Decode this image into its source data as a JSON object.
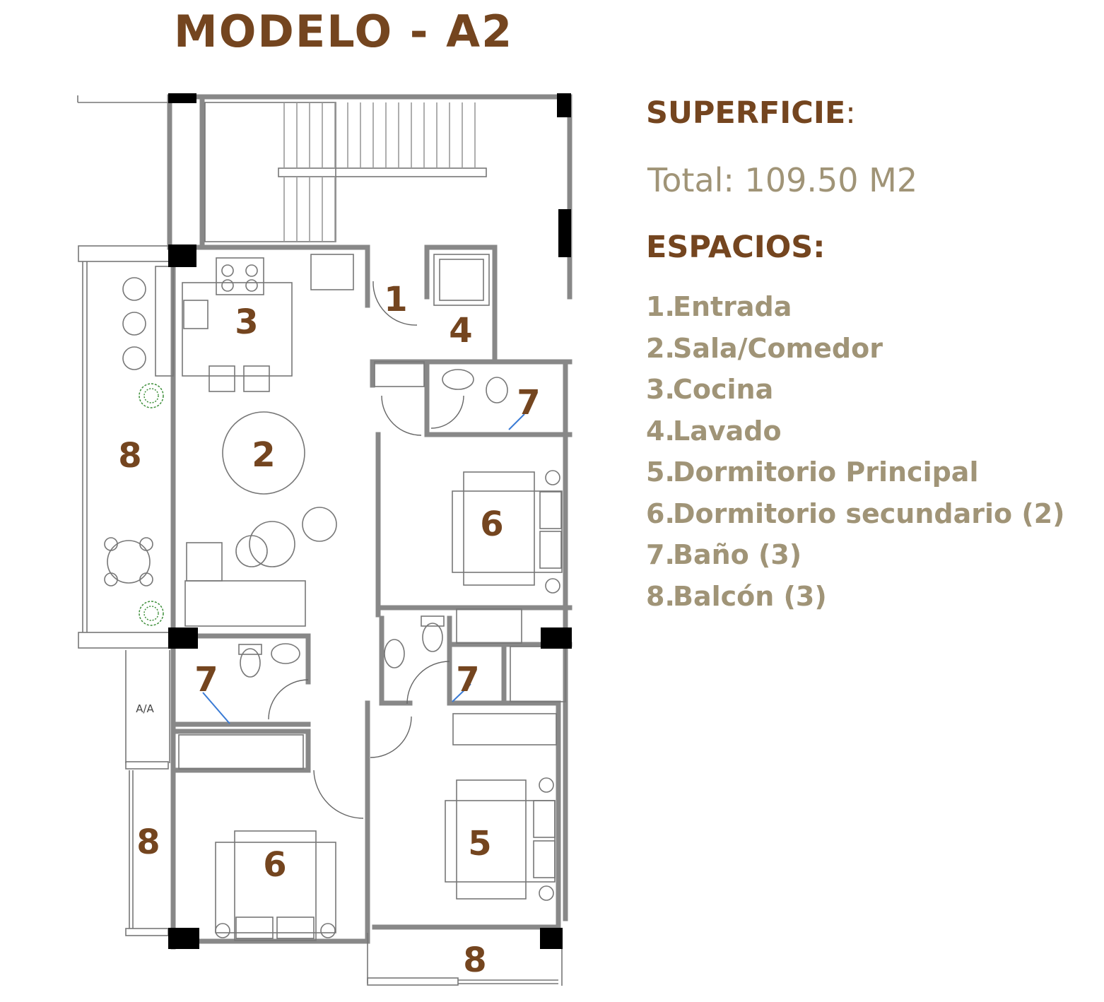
{
  "title": "MODELO - A2",
  "superficie": {
    "heading": "SUPERFICIE",
    "colon": ":",
    "total": "Total: 109.50 M2"
  },
  "espacios": {
    "heading": "ESPACIOS:",
    "items": [
      {
        "num": "1.",
        "label": "Entrada"
      },
      {
        "num": "2.",
        "label": "Sala/Comedor"
      },
      {
        "num": "3.",
        "label": "Cocina"
      },
      {
        "num": "4.",
        "label": "Lavado"
      },
      {
        "num": "5.",
        "label": "Dormitorio Principal"
      },
      {
        "num": "6.",
        "label": "Dormitorio secundario (2)"
      },
      {
        "num": "7.",
        "label": "Baño (3)"
      },
      {
        "num": "8.",
        "label": "Balcón (3)"
      }
    ]
  },
  "plan": {
    "ac_label": "A/A",
    "room_numbers": {
      "entrada": "1",
      "sala": "2",
      "cocina": "3",
      "lavado": "4",
      "dorm_principal": "5",
      "dorm_sec_1": "6",
      "dorm_sec_2": "6",
      "bano_1": "7",
      "bano_2": "7",
      "bano_3": "7",
      "balcon_1": "8",
      "balcon_2": "8",
      "balcon_3": "8"
    }
  },
  "colors": {
    "brown": "#74451f",
    "tan": "#a09477",
    "wall": "#8c8c8c",
    "column": "#000000"
  }
}
